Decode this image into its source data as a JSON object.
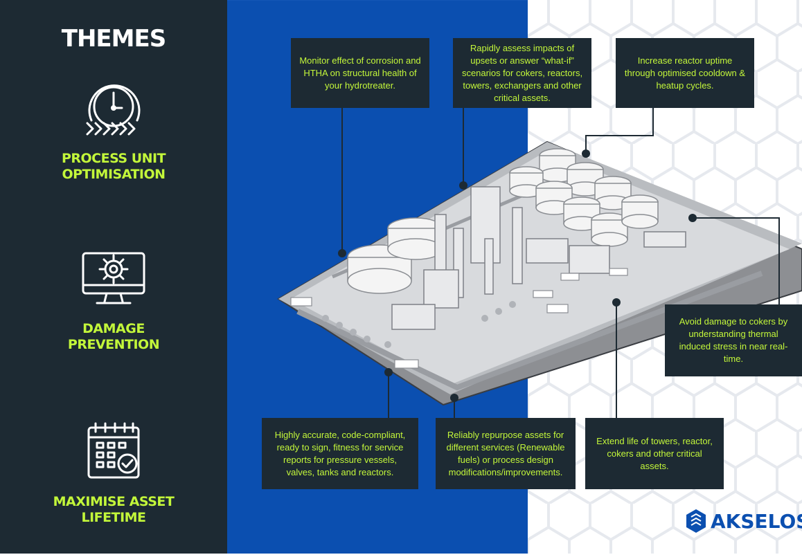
{
  "sidebar": {
    "title": "THEMES",
    "themes": [
      {
        "label_line1": "PROCESS UNIT",
        "label_line2": "OPTIMISATION",
        "icon": "clock-arrows-icon"
      },
      {
        "label_line1": "DAMAGE",
        "label_line2": "PREVENTION",
        "icon": "monitor-gear-icon"
      },
      {
        "label_line1": "MAXIMISE ASSET",
        "label_line2": "LIFETIME",
        "icon": "calendar-check-icon"
      }
    ]
  },
  "callouts": {
    "corrosion": "Monitor effect of corrosion and HTHA on structural health of your hydrotreater.",
    "upsets": "Rapidly assess impacts of upsets or answer “what-if” scenarios for cokers, reactors, towers, exchangers and other critical assets.",
    "uptime": "Increase reactor uptime through optimised cooldown & heatup cycles.",
    "cokers": "Avoid damage to cokers by understanding thermal induced stress in near real-time.",
    "ffs": "Highly accurate, code-compliant, ready to sign, fitness for service reports for pressure vessels, valves, tanks and reactors.",
    "repurpose": "Reliably repurpose assets for different services (Renewable fuels) or process design modifications/improvements.",
    "extend": "Extend life of towers, reactor, cokers and other critical assets."
  },
  "brand": {
    "name": "AKSELOS"
  },
  "colors": {
    "dark": "#1d2a33",
    "accent": "#c3f73a",
    "blue": "#0b4fb0"
  }
}
